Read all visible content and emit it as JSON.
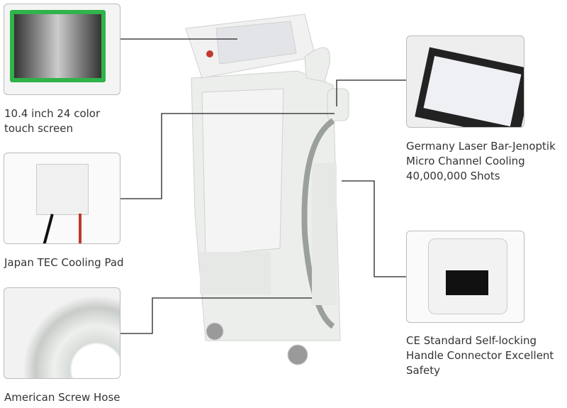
{
  "callouts": {
    "touch_screen": {
      "line1": "10.4 inch 24 color",
      "line2": "touch screen"
    },
    "tec": {
      "line1": "Japan TEC Cooling Pad"
    },
    "hose": {
      "line1": "American Screw Hose"
    },
    "laser_bar": {
      "line1": "Germany Laser Bar-Jenoptik",
      "line2": "Micro Channel Cooling",
      "line3": "40,000,000 Shots"
    },
    "connector": {
      "line1": "CE Standard Self-locking",
      "line2": "Handle Connector Excellent",
      "line3": "Safety"
    }
  },
  "colors": {
    "line": "#222222",
    "machine": "#e9ebe9",
    "screen_border": "#2fb34a"
  }
}
